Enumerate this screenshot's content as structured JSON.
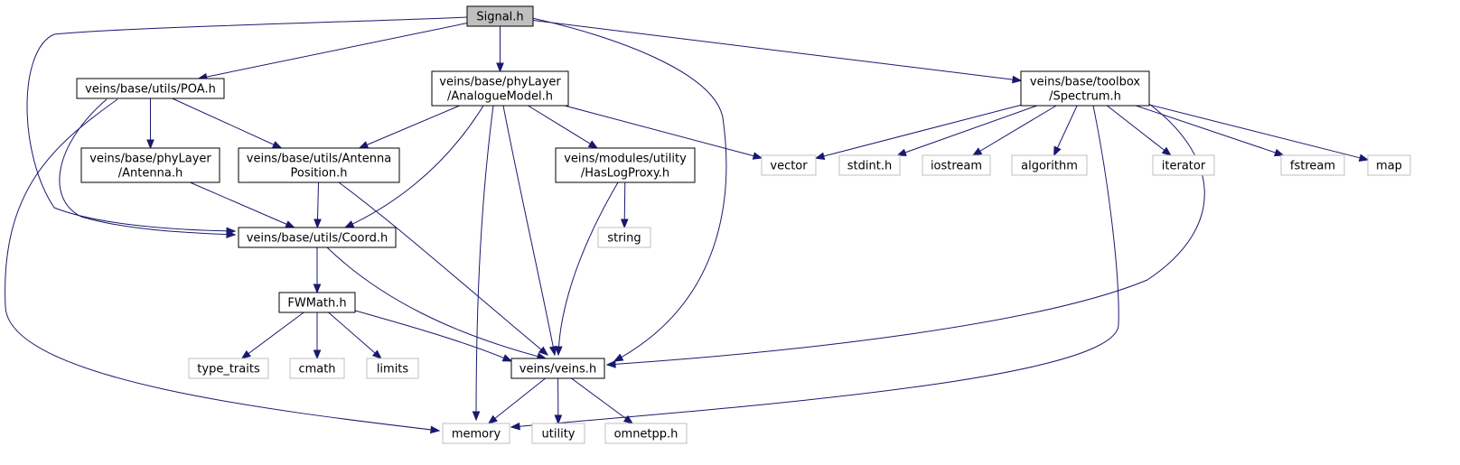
{
  "diagram": {
    "type": "include-dependency-graph",
    "colors": {
      "edge": "#191970",
      "root_fill": "#bfbfbf",
      "internal_border": "#000000",
      "external_border": "#bfbfbf"
    },
    "nodes": [
      {
        "id": "signal",
        "kind": "root",
        "lines": [
          "Signal.h"
        ]
      },
      {
        "id": "poa",
        "kind": "internal",
        "lines": [
          "veins/base/utils/POA.h"
        ]
      },
      {
        "id": "analogue",
        "kind": "internal",
        "lines": [
          "veins/base/phyLayer",
          "/AnalogueModel.h"
        ]
      },
      {
        "id": "spectrum",
        "kind": "internal",
        "lines": [
          "veins/base/toolbox",
          "/Spectrum.h"
        ]
      },
      {
        "id": "antenna",
        "kind": "internal",
        "lines": [
          "veins/base/phyLayer",
          "/Antenna.h"
        ]
      },
      {
        "id": "antpos",
        "kind": "internal",
        "lines": [
          "veins/base/utils/Antenna",
          "Position.h"
        ]
      },
      {
        "id": "haslog",
        "kind": "internal",
        "lines": [
          "veins/modules/utility",
          "/HasLogProxy.h"
        ]
      },
      {
        "id": "coord",
        "kind": "internal",
        "lines": [
          "veins/base/utils/Coord.h"
        ]
      },
      {
        "id": "fwmath",
        "kind": "internal",
        "lines": [
          "FWMath.h"
        ]
      },
      {
        "id": "veins",
        "kind": "internal",
        "lines": [
          "veins/veins.h"
        ]
      },
      {
        "id": "vector",
        "kind": "external",
        "lines": [
          "vector"
        ]
      },
      {
        "id": "stdint",
        "kind": "external",
        "lines": [
          "stdint.h"
        ]
      },
      {
        "id": "iostream",
        "kind": "external",
        "lines": [
          "iostream"
        ]
      },
      {
        "id": "algorithm",
        "kind": "external",
        "lines": [
          "algorithm"
        ]
      },
      {
        "id": "iterator",
        "kind": "external",
        "lines": [
          "iterator"
        ]
      },
      {
        "id": "fstream",
        "kind": "external",
        "lines": [
          "fstream"
        ]
      },
      {
        "id": "map",
        "kind": "external",
        "lines": [
          "map"
        ]
      },
      {
        "id": "string",
        "kind": "external",
        "lines": [
          "string"
        ]
      },
      {
        "id": "type_traits",
        "kind": "external",
        "lines": [
          "type_traits"
        ]
      },
      {
        "id": "cmath",
        "kind": "external",
        "lines": [
          "cmath"
        ]
      },
      {
        "id": "limits",
        "kind": "external",
        "lines": [
          "limits"
        ]
      },
      {
        "id": "memory",
        "kind": "external",
        "lines": [
          "memory"
        ]
      },
      {
        "id": "utility",
        "kind": "external",
        "lines": [
          "utility"
        ]
      },
      {
        "id": "omnetpp",
        "kind": "external",
        "lines": [
          "omnetpp.h"
        ]
      }
    ],
    "edges": [
      {
        "from": "signal",
        "to": "poa"
      },
      {
        "from": "signal",
        "to": "analogue"
      },
      {
        "from": "signal",
        "to": "spectrum"
      },
      {
        "from": "signal",
        "to": "coord"
      },
      {
        "from": "signal",
        "to": "veins"
      },
      {
        "from": "poa",
        "to": "antenna"
      },
      {
        "from": "poa",
        "to": "antpos"
      },
      {
        "from": "poa",
        "to": "coord"
      },
      {
        "from": "poa",
        "to": "memory"
      },
      {
        "from": "analogue",
        "to": "antpos"
      },
      {
        "from": "analogue",
        "to": "coord"
      },
      {
        "from": "analogue",
        "to": "haslog"
      },
      {
        "from": "analogue",
        "to": "vector"
      },
      {
        "from": "analogue",
        "to": "veins"
      },
      {
        "from": "analogue",
        "to": "memory"
      },
      {
        "from": "spectrum",
        "to": "vector"
      },
      {
        "from": "spectrum",
        "to": "stdint"
      },
      {
        "from": "spectrum",
        "to": "iostream"
      },
      {
        "from": "spectrum",
        "to": "algorithm"
      },
      {
        "from": "spectrum",
        "to": "iterator"
      },
      {
        "from": "spectrum",
        "to": "fstream"
      },
      {
        "from": "spectrum",
        "to": "map"
      },
      {
        "from": "spectrum",
        "to": "veins"
      },
      {
        "from": "spectrum",
        "to": "memory"
      },
      {
        "from": "antenna",
        "to": "coord"
      },
      {
        "from": "antpos",
        "to": "coord"
      },
      {
        "from": "antpos",
        "to": "veins"
      },
      {
        "from": "haslog",
        "to": "string"
      },
      {
        "from": "haslog",
        "to": "veins"
      },
      {
        "from": "coord",
        "to": "fwmath"
      },
      {
        "from": "coord",
        "to": "veins"
      },
      {
        "from": "fwmath",
        "to": "type_traits"
      },
      {
        "from": "fwmath",
        "to": "cmath"
      },
      {
        "from": "fwmath",
        "to": "limits"
      },
      {
        "from": "fwmath",
        "to": "veins"
      },
      {
        "from": "veins",
        "to": "memory"
      },
      {
        "from": "veins",
        "to": "utility"
      },
      {
        "from": "veins",
        "to": "omnetpp"
      }
    ]
  }
}
